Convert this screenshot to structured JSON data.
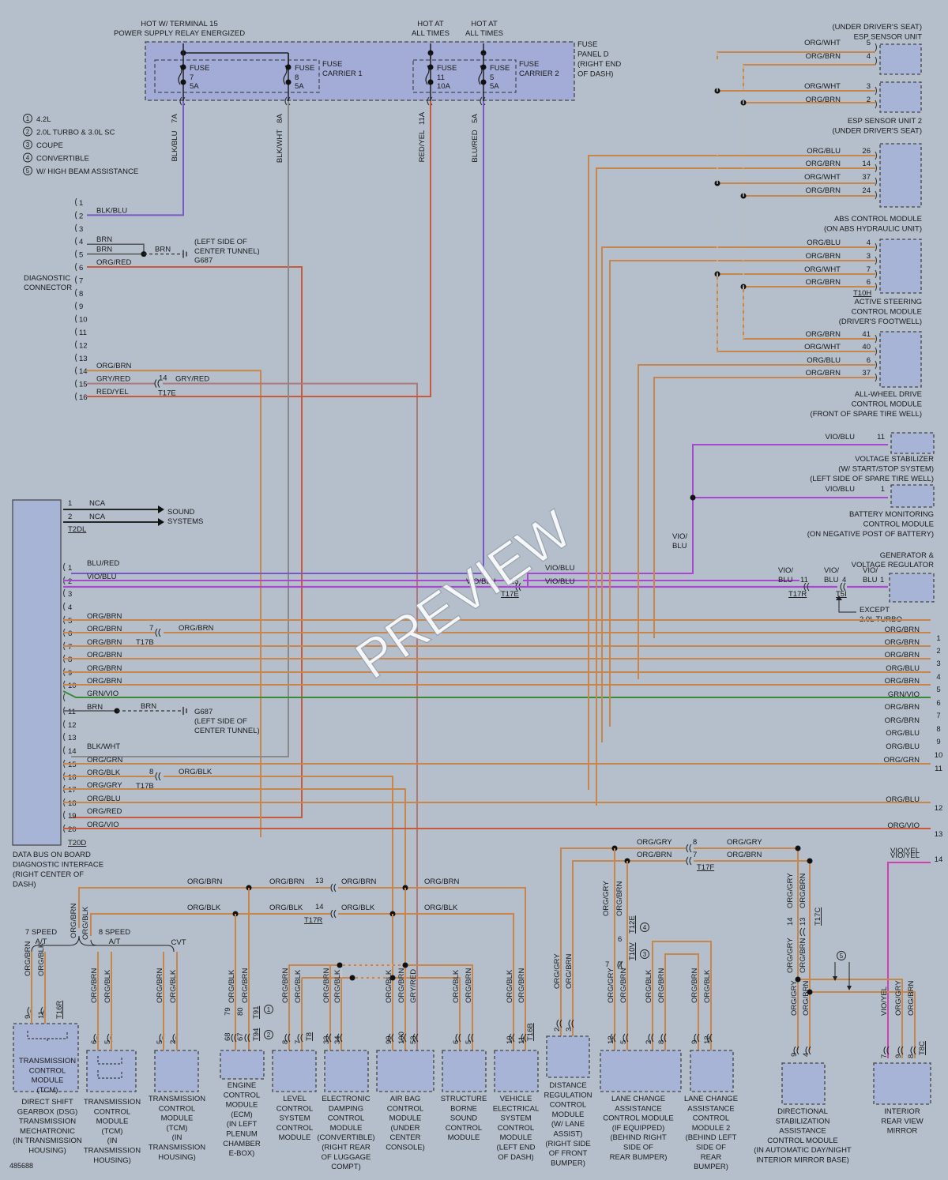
{
  "watermark": "PREVIEW",
  "image_id": "485688",
  "legend": [
    {
      "n": "1",
      "text": "4.2L"
    },
    {
      "n": "2",
      "text": "2.0L TURBO & 3.0L SC"
    },
    {
      "n": "3",
      "text": "COUPE"
    },
    {
      "n": "4",
      "text": "CONVERTIBLE"
    },
    {
      "n": "5",
      "text": "W/ HIGH BEAM ASSISTANCE"
    }
  ],
  "top_labels": {
    "hot15_1": "HOT W/ TERMINAL 15",
    "hot15_2": "POWER SUPPLY RELAY ENERGIZED",
    "hot1_1": "HOT AT",
    "hot1_2": "ALL TIMES",
    "hot2_1": "HOT AT",
    "hot2_2": "ALL TIMES",
    "fuse_panel": [
      "FUSE",
      "PANEL D",
      "(RIGHT END",
      "OF DASH)"
    ],
    "carrier1": [
      "FUSE",
      "CARRIER 1"
    ],
    "carrier2": [
      "FUSE",
      "CARRIER 2"
    ],
    "fuses": [
      {
        "name": "FUSE",
        "num": "7",
        "amp": "5A",
        "pin": "7A",
        "wire": "BLK/BLU"
      },
      {
        "name": "FUSE",
        "num": "8",
        "amp": "5A",
        "pin": "8A",
        "wire": "BLK/WHT"
      },
      {
        "name": "FUSE",
        "num": "11",
        "amp": "10A",
        "pin": "11A",
        "wire": "RED/YEL"
      },
      {
        "name": "FUSE",
        "num": "5",
        "amp": "5A",
        "pin": "5A",
        "wire": "BLU/RED"
      }
    ]
  },
  "diag": {
    "title": [
      "DIAGNOSTIC",
      "CONNECTOR"
    ],
    "pins": [
      "1",
      "2",
      "3",
      "4",
      "5",
      "6",
      "7",
      "8",
      "9",
      "10",
      "11",
      "12",
      "13",
      "14",
      "15",
      "16"
    ],
    "wires": [
      {
        "pin": "2",
        "color": "BLK/BLU"
      },
      {
        "pin": "4",
        "color": "BRN"
      },
      {
        "pin": "5",
        "color": "BRN"
      },
      {
        "pin": "6",
        "color": "ORG/RED"
      },
      {
        "pin": "14",
        "color": "ORG/BRN"
      },
      {
        "pin": "15",
        "color": "GRY/RED"
      },
      {
        "pin": "16",
        "color": "RED/YEL"
      }
    ],
    "ground_wire": "BRN",
    "ground": [
      "(LEFT SIDE OF",
      "CENTER TUNNEL)",
      "G687"
    ],
    "t17e_pin": "14",
    "t17e_color": "GRY/RED",
    "t17e": "T17E"
  },
  "sound": {
    "pins": [
      "1",
      "2"
    ],
    "labels": [
      "NCA",
      "NCA"
    ],
    "target": [
      "SOUND",
      "SYSTEMS"
    ],
    "conn": "T2DL"
  },
  "databus": {
    "title": [
      "DATA BUS ON BOARD",
      "DIAGNOSTIC INTERFACE",
      "(RIGHT CENTER OF",
      "DASH)"
    ],
    "conn": "T20D",
    "pins": [
      {
        "n": "1",
        "c": "BLU/RED"
      },
      {
        "n": "2",
        "c": "VIO/BLU"
      },
      {
        "n": "3",
        "c": ""
      },
      {
        "n": "4",
        "c": ""
      },
      {
        "n": "5",
        "c": "ORG/BRN"
      },
      {
        "n": "6",
        "c": "ORG/BRN"
      },
      {
        "n": "7",
        "c": "ORG/BRN"
      },
      {
        "n": "8",
        "c": "ORG/BRN"
      },
      {
        "n": "9",
        "c": "ORG/BRN"
      },
      {
        "n": "10",
        "c": "ORG/BRN"
      },
      {
        "n": "",
        "c": "GRN/VIO"
      },
      {
        "n": "11",
        "c": "BRN"
      },
      {
        "n": "12",
        "c": ""
      },
      {
        "n": "13",
        "c": ""
      },
      {
        "n": "14",
        "c": "BLK/WHT"
      },
      {
        "n": "15",
        "c": "ORG/GRN"
      },
      {
        "n": "16",
        "c": "ORG/BLK"
      },
      {
        "n": "17",
        "c": "ORG/GRY"
      },
      {
        "n": "18",
        "c": "ORG/BLU"
      },
      {
        "n": "19",
        "c": "ORG/RED"
      },
      {
        "n": "20",
        "c": "ORG/VIO"
      }
    ],
    "t17b_1": {
      "pin": "7",
      "color": "ORG/BRN",
      "conn": "T17B"
    },
    "t17b_2": {
      "pin": "8",
      "color": "ORG/BLK",
      "conn": "T17B"
    },
    "ground_wire": "BRN",
    "ground": [
      "G687",
      "(LEFT SIDE OF",
      "CENTER TUNNEL)"
    ]
  },
  "bus_mid": {
    "t17e_label": "VIO/BLU",
    "t17e_pin": "15",
    "t17e_conn": "T17E",
    "vio_blu_right": "VIO/BLU",
    "vioblu_vert": [
      "VIO/",
      "BLU"
    ]
  },
  "right_edge": [
    {
      "c": "ORG/BRN",
      "n": "1"
    },
    {
      "c": "ORG/BRN",
      "n": "2"
    },
    {
      "c": "ORG/BRN",
      "n": "3"
    },
    {
      "c": "ORG/BLU",
      "n": "4"
    },
    {
      "c": "ORG/BRN",
      "n": "5"
    },
    {
      "c": "GRN/VIO",
      "n": "6"
    },
    {
      "c": "ORG/BRN",
      "n": "7"
    },
    {
      "c": "ORG/BRN",
      "n": "8"
    },
    {
      "c": "ORG/BLU",
      "n": "9"
    },
    {
      "c": "ORG/BLU",
      "n": "10"
    },
    {
      "c": "ORG/GRN",
      "n": "11"
    },
    {
      "c": "ORG/BLU",
      "n": "12"
    },
    {
      "c": "ORG/VIO",
      "n": "13"
    },
    {
      "c": "VIO/YEL",
      "n": "14"
    }
  ],
  "esp1": {
    "title": [
      "(UNDER DRIVER'S SEAT)",
      "ESP SENSOR UNIT"
    ],
    "wires": [
      {
        "c": "ORG/WHT",
        "n": "5"
      },
      {
        "c": "ORG/BRN",
        "n": "4"
      }
    ]
  },
  "esp2": {
    "title": [
      "ESP SENSOR UNIT 2",
      "(UNDER DRIVER'S SEAT)"
    ],
    "wires": [
      {
        "c": "ORG/WHT",
        "n": "3"
      },
      {
        "c": "ORG/BRN",
        "n": "2"
      }
    ]
  },
  "abs": {
    "title": [
      "ABS CONTROL MODULE",
      "(ON ABS HYDRAULIC UNIT)"
    ],
    "wires": [
      {
        "c": "ORG/BLU",
        "n": "26"
      },
      {
        "c": "ORG/BRN",
        "n": "14"
      },
      {
        "c": "ORG/WHT",
        "n": "37"
      },
      {
        "c": "ORG/BRN",
        "n": "24"
      }
    ]
  },
  "steer": {
    "title": [
      "ACTIVE STEERING",
      "CONTROL MODULE",
      "(DRIVER'S FOOTWELL)"
    ],
    "conn": "T10H",
    "wires": [
      {
        "c": "ORG/BLU",
        "n": "4"
      },
      {
        "c": "ORG/BRN",
        "n": "3"
      },
      {
        "c": "ORG/WHT",
        "n": "7"
      },
      {
        "c": "ORG/BRN",
        "n": "6"
      }
    ]
  },
  "awd": {
    "title": [
      "ALL-WHEEL DRIVE",
      "CONTROL MODULE",
      "(FRONT OF SPARE TIRE WELL)"
    ],
    "wires": [
      {
        "c": "ORG/BRN",
        "n": "41"
      },
      {
        "c": "ORG/WHT",
        "n": "40"
      },
      {
        "c": "ORG/BLU",
        "n": "6"
      },
      {
        "c": "ORG/BRN",
        "n": "37"
      }
    ]
  },
  "vstab": {
    "title": [
      "VOLTAGE STABILIZER",
      "(W/ START/STOP SYSTEM)",
      "(LEFT SIDE OF SPARE TIRE WELL)"
    ],
    "wire": {
      "c": "VIO/BLU",
      "n": "11"
    }
  },
  "battery": {
    "title": [
      "BATTERY MONITORING",
      "CONTROL MODULE",
      "(ON NEGATIVE POST OF BATTERY)"
    ],
    "wire": {
      "c": "VIO/BLU",
      "n": "1"
    }
  },
  "generator": {
    "title": [
      "GENERATOR &",
      "VOLTAGE REGULATOR"
    ],
    "w1": [
      "VIO/",
      "BLU"
    ],
    "w1pin": "11",
    "w1conn": "T17R",
    "w2": [
      "VIO/",
      "BLU"
    ],
    "w2pin": "4",
    "w2conn": "T5I",
    "w3": [
      "VIO/",
      "BLU"
    ],
    "w3pin": "1",
    "except": [
      "EXCEPT",
      "2.0L TURBO"
    ]
  },
  "lower_bus": {
    "brn_label1": "ORG/BRN",
    "brn_label2": "ORG/BRN",
    "brn_pin": "13",
    "brn_label3": "ORG/BRN",
    "brn_label4": "ORG/BRN",
    "blk_label1": "ORG/BLK",
    "blk_label2": "ORG/BLK",
    "blk_pin": "14",
    "blk_label3": "ORG/BLK",
    "blk_label4": "ORG/BLK",
    "conn": "T17R",
    "tcm_brn": "ORG/BRN",
    "tcm_blk": "ORG/BLK",
    "t17f": {
      "gry1": "ORG/GRY",
      "pin1": "8",
      "gry2": "ORG/GRY",
      "brn1": "ORG/BRN",
      "pin2": "7",
      "brn2": "ORG/BRN",
      "conn": "T17F"
    },
    "vioyel": "VIO/YEL"
  },
  "gearbox": {
    "g7": [
      "7 SPEED",
      "A/T"
    ],
    "g8": [
      "8 SPEED",
      "A/T"
    ],
    "cvt": "CVT"
  },
  "modules": [
    {
      "id": "tcm1",
      "pins": [
        "9",
        "11"
      ],
      "wires": [
        "ORG/BRN",
        "ORG/BLK"
      ],
      "conn": "T16R",
      "title": [
        "TRANSMISSION",
        "CONTROL",
        "MODULE",
        "(TCM)"
      ],
      "label": [
        "DIRECT SHIFT",
        "GEARBOX (DSG)",
        "TRANSMISSION",
        "MECHATRONIC",
        "(IN TRANSMISSION",
        "HOUSING)"
      ]
    },
    {
      "id": "tcm2",
      "pins": [
        "6",
        "5"
      ],
      "wires": [
        "ORG/BRN",
        "ORG/BLK"
      ],
      "conn": "",
      "title": [],
      "label": [
        "TRANSMISSION",
        "CONTROL",
        "MODULE",
        "(TCM)",
        "(IN",
        "TRANSMISSION",
        "HOUSING)"
      ]
    },
    {
      "id": "tcm3",
      "pins": [
        "5",
        "2"
      ],
      "wires": [
        "ORG/BRN",
        "ORG/BLK"
      ],
      "conn": "",
      "title": [],
      "label": [
        "TRANSMISSION",
        "CONTROL",
        "MODULE",
        "(TCM)",
        "(IN",
        "TRANSMISSION",
        "HOUSING)"
      ]
    },
    {
      "id": "ecm",
      "pins": [
        "79",
        "80",
        "68",
        "67"
      ],
      "wires": [
        "ORG/BLK",
        "ORG/BRN"
      ],
      "conn": "T91",
      "title": [],
      "conn2": "T94",
      "label": [
        "ENGINE",
        "CONTROL",
        "MODULE",
        "(ECM)",
        "(IN LEFT",
        "PLENUM",
        "CHAMBER",
        "E-BOX)"
      ]
    },
    {
      "id": "level",
      "pins": [
        "8",
        "7"
      ],
      "wires": [
        "ORG/BRN",
        "ORG/BLK"
      ],
      "conn": "T8",
      "title": [],
      "label": [
        "LEVEL",
        "CONTROL",
        "SYSTEM",
        "CONTROL",
        "MODULE"
      ]
    },
    {
      "id": "damping",
      "pins": [
        "33",
        "34"
      ],
      "wires": [
        "ORG/BRN",
        "ORG/BLK"
      ],
      "conn": "",
      "title": [],
      "label": [
        "ELECTRONIC",
        "DAMPING",
        "CONTROL",
        "MODULE",
        "(CONVERTIBLE)",
        "(RIGHT REAR",
        "OF LUGGAGE",
        "COMPT)"
      ]
    },
    {
      "id": "airbag",
      "pins": [
        "99",
        "100",
        "53"
      ],
      "wires": [
        "ORG/BLK",
        "ORG/BRN",
        "GRY/RED"
      ],
      "conn": "",
      "title": [],
      "label": [
        "AIR BAG",
        "CONTROL",
        "MODULE",
        "(UNDER",
        "CENTER",
        "CONSOLE)"
      ]
    },
    {
      "id": "sound",
      "pins": [
        "6",
        "5"
      ],
      "wires": [
        "ORG/BLK",
        "ORG/BRN"
      ],
      "conn": "",
      "title": [],
      "label": [
        "STRUCTURE",
        "BORNE",
        "SOUND",
        "CONTROL",
        "MODULE"
      ]
    },
    {
      "id": "vehicle",
      "pins": [
        "10",
        "11"
      ],
      "wires": [
        "ORG/BLK",
        "ORG/BRN"
      ],
      "conn": "T16B",
      "title": [],
      "label": [
        "VEHICLE",
        "ELECTRICAL",
        "SYSTEM",
        "CONTROL",
        "MODULE",
        "(LEFT END",
        "OF DASH)"
      ]
    },
    {
      "id": "distance",
      "pins": [
        "2",
        "3"
      ],
      "wires": [
        "ORG/GRY",
        "ORG/BRN"
      ],
      "conn": "",
      "title": [],
      "label": [
        "DISTANCE",
        "REGULATION",
        "CONTROL",
        "MODULE",
        "(W/ LANE",
        "ASSIST)",
        "(RIGHT SIDE",
        "OF FRONT",
        "BUMPER)"
      ]
    },
    {
      "id": "lane1",
      "pins": [
        "12",
        "5",
        "2",
        "8"
      ],
      "wires": [
        "ORG/GRY",
        "ORG/BRN",
        "ORG/BLK",
        "ORG/BRN"
      ],
      "conn": "T10V",
      "title": [],
      "conn2": "T12E",
      "label": [
        "LANE CHANGE",
        "ASSISTANCE",
        "CONTROL MODULE",
        "(IF EQUIPPED)",
        "(BEHIND RIGHT",
        "SIDE OF",
        "REAR BUMPER)"
      ]
    },
    {
      "id": "lane2",
      "pins": [
        "9",
        "12"
      ],
      "wires": [
        "ORG/BRN",
        "ORG/BLK"
      ],
      "conn": "",
      "title": [],
      "label": [
        "LANE CHANGE",
        "ASSISTANCE",
        "CONTROL",
        "MODULE 2",
        "(BEHIND LEFT",
        "SIDE OF",
        "REAR",
        "BUMPER)"
      ]
    },
    {
      "id": "dsa",
      "pins": [
        "9",
        "4"
      ],
      "wires": [
        "ORG/GRY",
        "ORG/BRN"
      ],
      "conn": "",
      "title": [],
      "label": [
        "DIRECTIONAL",
        "STABILIZATION",
        "ASSISTANCE",
        "CONTROL MODULE",
        "(IN AUTOMATIC DAY/NIGHT",
        "INTERIOR MIRROR BASE)"
      ]
    },
    {
      "id": "mirror",
      "pins": [
        "7",
        "9",
        "8"
      ],
      "wires": [
        "VIO/YEL",
        "ORG/GRY",
        "ORG/BRN"
      ],
      "conn": "T8C",
      "title": [],
      "label": [
        "INTERIOR",
        "REAR VIEW",
        "MIRROR"
      ]
    }
  ],
  "t17c": {
    "p1": "14",
    "p2": "13",
    "w1": "ORG/GRY",
    "w2": "ORG/BRN",
    "conn": "T17C"
  },
  "t12e": {
    "w1": "ORG/GRY",
    "w2": "ORG/BRN",
    "p1": "6",
    "p2": "7",
    "p3": "7",
    "conn": "T10V",
    "conn2": "T12E",
    "o4": "4",
    "o3": "3"
  },
  "dsa_split": {
    "o5": "5"
  },
  "colors": {
    "orange": "#c8864a",
    "orange_red": "#c85a3c",
    "blue_purple": "#7858c8",
    "vio_blu": "#a848d0",
    "magenta": "#d040b0",
    "green": "#3a8a3a",
    "grey_red": "#b07878",
    "grey": "#8a8a8a",
    "module_fill": "#a8b4d6"
  }
}
